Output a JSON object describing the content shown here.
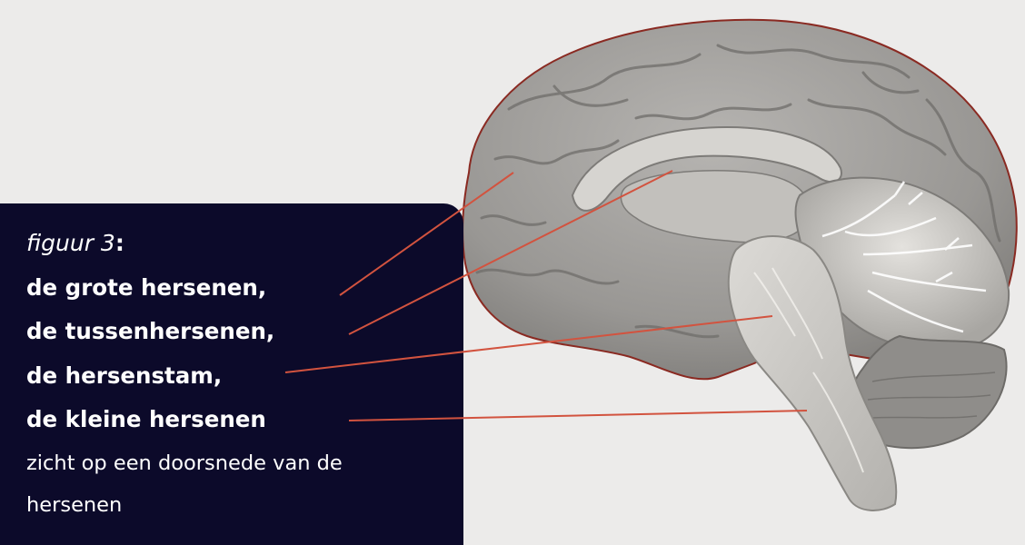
{
  "caption": {
    "figure_label": "figuur 3",
    "colon": ":",
    "labels": [
      "de grote hersenen,",
      "de tussenhersenen,",
      "de hersenstam,",
      "de kleine hersenen"
    ],
    "description_line1": "zicht op een doorsnede van de",
    "description_line2": "hersenen"
  },
  "colors": {
    "background": "#ecebea",
    "caption_box": "#0c0a2a",
    "caption_text": "#ffffff",
    "leader_line": "#d2533f",
    "brain_cortex": "#9a9896",
    "brain_highlight": "#c9c7c4",
    "brain_outline": "#8a2a22"
  }
}
